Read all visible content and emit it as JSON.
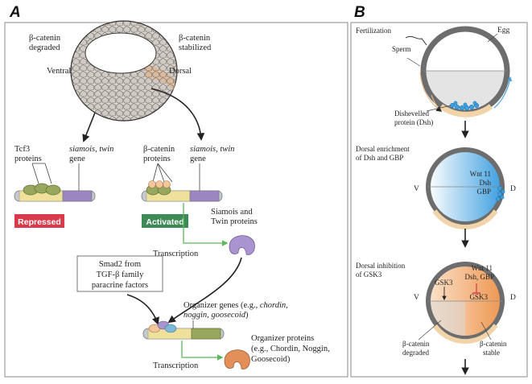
{
  "panel_a": {
    "letter": "A",
    "top_left_1": "β-catenin",
    "top_left_2": "degraded",
    "top_right_1": "β-catenin",
    "top_right_2": "stabilized",
    "ventral": "Ventral",
    "dorsal": "Dorsal",
    "tcf3_1": "Tcf3",
    "tcf3_2": "proteins",
    "gene_left_1": "siamois, twin",
    "gene_left_2": "gene",
    "bcat_1": "β-catenin",
    "bcat_2": "proteins",
    "gene_right_1": "siamois, twin",
    "gene_right_2": "gene",
    "repressed": "Repressed",
    "activated": "Activated",
    "siamois_1": "Siamois and",
    "siamois_2": "Twin proteins",
    "transcription_1": "Transcription",
    "smad_1": "Smad2 from",
    "smad_2": "TGF-β family",
    "smad_3": "paracrine factors",
    "org_genes_1a": "Organizer genes (e.g., ",
    "org_genes_1b": "chordin,",
    "org_genes_2": "noggin, goosecoid",
    "org_genes_2b": ")",
    "org_prot_1": "Organizer proteins",
    "org_prot_2": "(e.g., Chordin, Noggin,",
    "org_prot_3": "Goosecoid)",
    "transcription_2": "Transcription"
  },
  "panel_b": {
    "letter": "B",
    "fertilization": "Fertilization",
    "egg": "Egg",
    "sperm": "Sperm",
    "dsh_1": "Dishevelled",
    "dsh_2": "protein (Dsh)",
    "dorsal_enrich_1": "Dorsal enrichment",
    "dorsal_enrich_2": "of Dsh and GBP",
    "v1": "V",
    "d1": "D",
    "wnt1": "Wnt 11",
    "dsh": "Dsh",
    "gbp": "GBP",
    "dorsal_inhib_1": "Dorsal inhibition",
    "dorsal_inhib_2": "of GSK3",
    "v2": "V",
    "d2": "D",
    "gsk3_left": "GSK3",
    "wnt2": "Wnt 11",
    "dsh_gbp": "Dsh, GBP",
    "gsk3_right": "GSK3",
    "bcat_deg_1": "β-catenin",
    "bcat_deg_2": "degraded",
    "bcat_stab_1": "β-catenin",
    "bcat_stab_2": "stable"
  },
  "colors": {
    "repressed": "#d9394a",
    "activated": "#3d8a56",
    "gene_yellow": "#efe09a",
    "gene_purple": "#9c86c2",
    "green_protein": "#97a85e",
    "orange_protein": "#d98a55",
    "blue": "#4aa3df",
    "orange_embryo": "#f0a060",
    "transcription_arrow": "#5cb85c"
  }
}
